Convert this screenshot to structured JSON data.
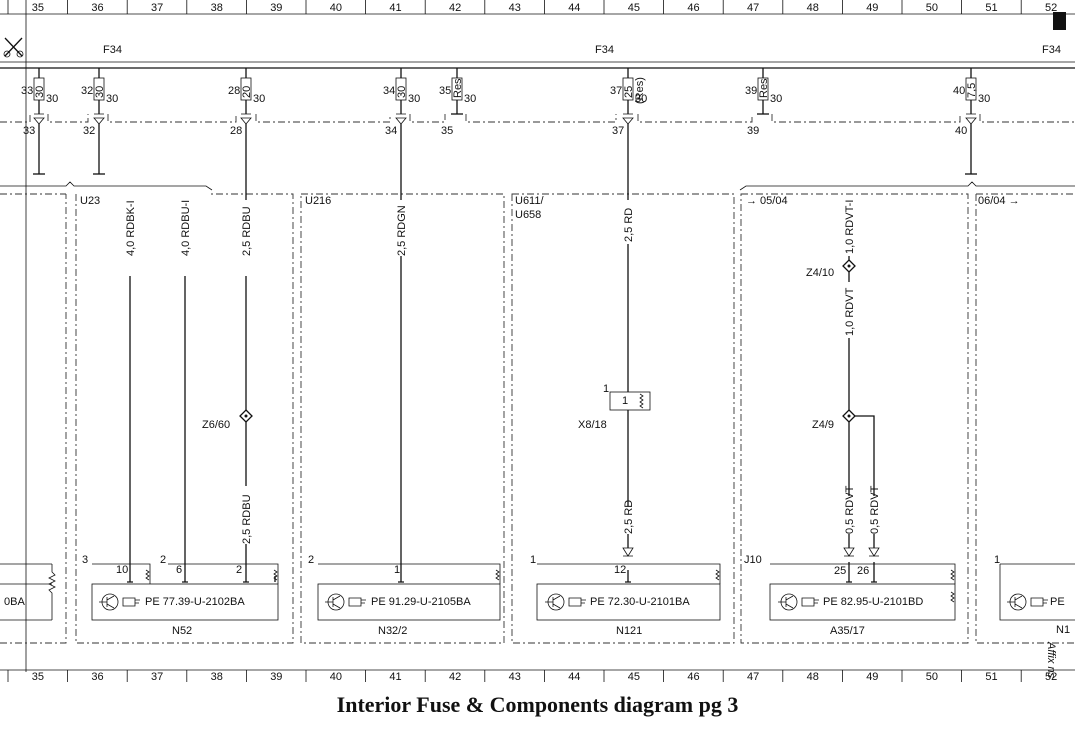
{
  "caption": "Interior Fuse & Components diagram pg 3",
  "grid_columns": [
    "35",
    "36",
    "37",
    "38",
    "39",
    "40",
    "41",
    "42",
    "43",
    "44",
    "45",
    "46",
    "47",
    "48",
    "49",
    "50",
    "51",
    "52"
  ],
  "fuse_block_labels": [
    "F34",
    "F34",
    "F34"
  ],
  "fuses": [
    {
      "num": "33",
      "rating": "30",
      "terminal": "30"
    },
    {
      "num": "32",
      "rating": "30",
      "terminal": "30"
    },
    {
      "num": "28",
      "rating": "20",
      "terminal": "30"
    },
    {
      "num": "34",
      "rating": "30",
      "terminal": "30"
    },
    {
      "num": "35",
      "rating": "Res",
      "terminal": "30"
    },
    {
      "num": "37",
      "rating": "25",
      "terminal": "30",
      "note": "(Res)"
    },
    {
      "num": "39",
      "rating": "Res",
      "terminal": "30"
    },
    {
      "num": "40",
      "rating": "7,5",
      "terminal": "30"
    }
  ],
  "variant_labels": [
    "U23",
    "U216",
    "U611/",
    "U658",
    "→ 05/04",
    "06/04 →"
  ],
  "wires": [
    "4,0 RDBK-I",
    "4,0 RDBU-I",
    "2,5 RDBU",
    "2,5 RDGN",
    "2,5 RD",
    "1,0 RDVT-I",
    "1,0 RDVT",
    "2,5 RDBU",
    "2,5 RD",
    "0,5 RDVT",
    "0,5 RDVT"
  ],
  "splices": [
    "Z6/60",
    "Z4/10",
    "Z4/9"
  ],
  "connector": {
    "name": "X8/18",
    "pin": "1",
    "inner_pin": "1"
  },
  "components": [
    {
      "name": "N52",
      "ref": "PE 77.39-U-2102BA",
      "connector_pin": "3",
      "pins": [
        "10",
        "2",
        "6",
        "2"
      ]
    },
    {
      "name": "N32/2",
      "ref": "PE 91.29-U-2105BA",
      "connector_pin": "2",
      "pins": [
        "1"
      ]
    },
    {
      "name": "N121",
      "ref": "PE 72.30-U-2101BA",
      "connector_pin": "1",
      "pins": [
        "12"
      ]
    },
    {
      "name": "A35/17",
      "ref": "PE 82.95-U-2101BD",
      "connector_pin": "J10",
      "pins": [
        "25",
        "26"
      ]
    }
  ],
  "edge_texts": [
    "0BA",
    "1",
    "PE",
    "N1",
    "Affix ns"
  ]
}
